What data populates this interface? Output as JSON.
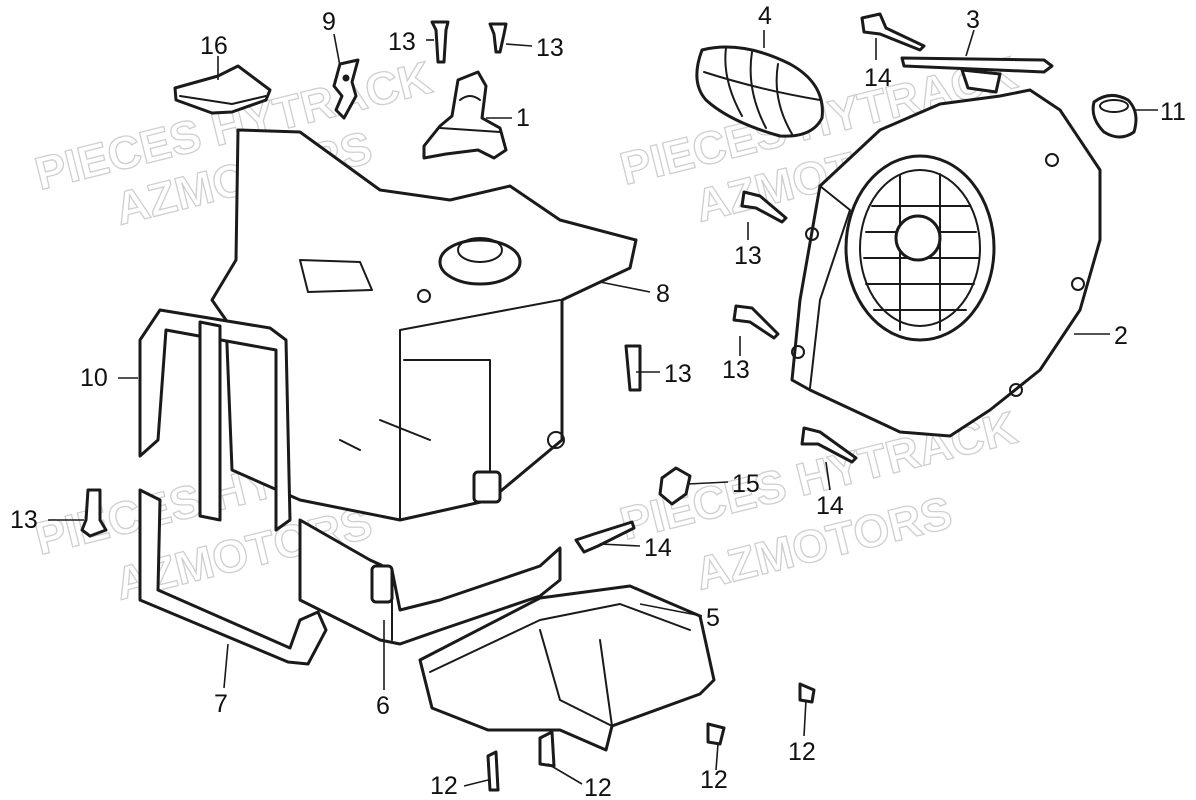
{
  "watermarks": [
    "PIECES HYTRACK",
    "AZMOTORS",
    "PIECES HYTRACK",
    "AZMOTORS",
    "PIECES HYTRACK",
    "AZMOTORS",
    "PIECES HYTRACK",
    "AZMOTORS"
  ],
  "callouts": {
    "c1": "1",
    "c2": "2",
    "c3": "3",
    "c4": "4",
    "c5": "5",
    "c6": "6",
    "c7": "7",
    "c8": "8",
    "c9": "9",
    "c10": "10",
    "c11": "11",
    "c12a": "12",
    "c12b": "12",
    "c12c": "12",
    "c12d": "12",
    "c13a": "13",
    "c13b": "13",
    "c13c": "13",
    "c13d": "13",
    "c13e": "13",
    "c13f": "13",
    "c14a": "14",
    "c14b": "14",
    "c14c": "14",
    "c15": "15",
    "c16": "16"
  }
}
